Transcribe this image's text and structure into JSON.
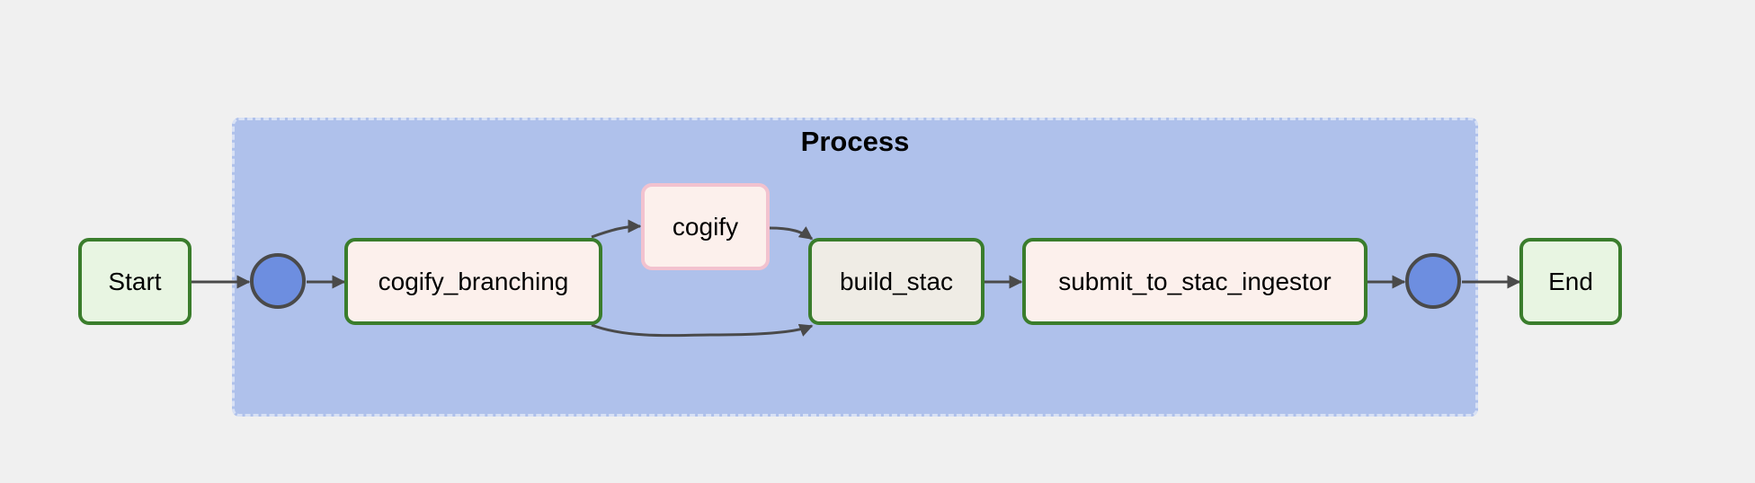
{
  "diagram": {
    "group": {
      "title": "Process",
      "fill": "#afc1eb",
      "border": "#d8e1f5"
    },
    "nodes": {
      "start": "Start",
      "cogify_branching": "cogify_branching",
      "cogify": "cogify",
      "build_stac": "build_stac",
      "submit_to_stac_ingestor": "submit_to_stac_ingestor",
      "end": "End"
    },
    "edges": [
      {
        "from": "start",
        "to": "join-in"
      },
      {
        "from": "join-in",
        "to": "cogify_branching"
      },
      {
        "from": "cogify_branching",
        "to": "cogify"
      },
      {
        "from": "cogify",
        "to": "build_stac"
      },
      {
        "from": "cogify_branching",
        "to": "build_stac"
      },
      {
        "from": "build_stac",
        "to": "submit_to_stac_ingestor"
      },
      {
        "from": "submit_to_stac_ingestor",
        "to": "join-out"
      },
      {
        "from": "join-out",
        "to": "end"
      }
    ],
    "colors": {
      "success_border": "#3a7d2c",
      "skipped_border": "#f2c2cf",
      "terminal_fill": "#e8f5e2",
      "task_fill": "#fcf0ec",
      "join_fill": "#6d8ee0",
      "edge": "#4a4a4a"
    }
  }
}
